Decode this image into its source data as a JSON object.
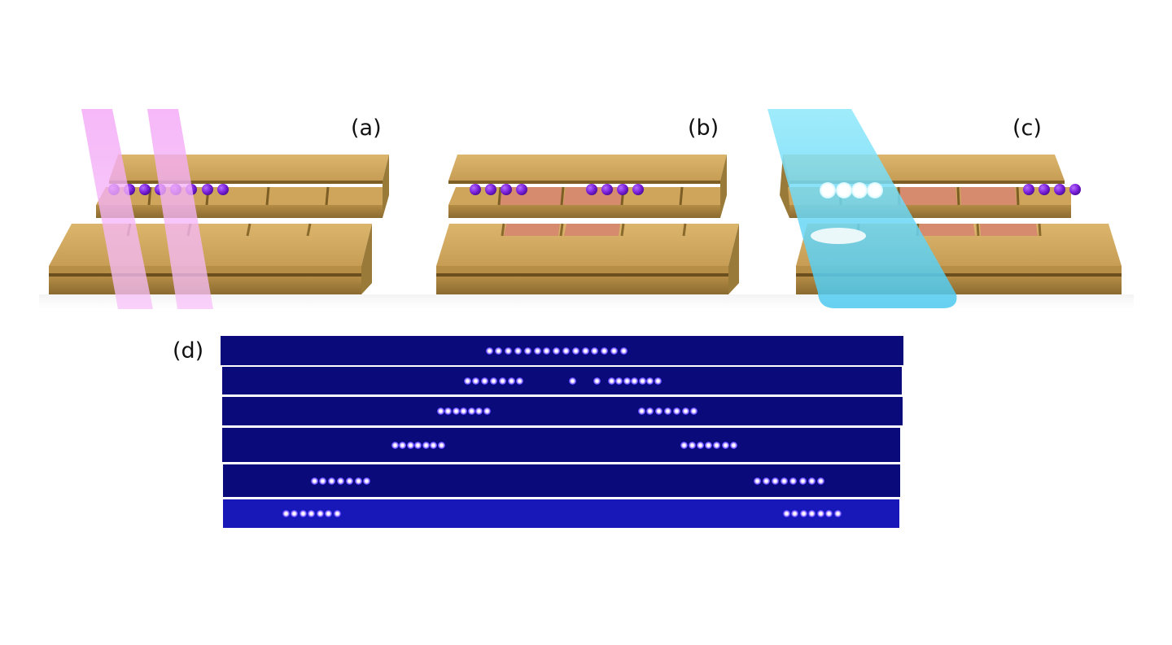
{
  "panel_labels": {
    "a": "(a)",
    "b": "(b)",
    "c": "(c)",
    "d": "(d)"
  },
  "colors": {
    "gold_top": "#d3ac64",
    "gold_side": "#a98540",
    "copper_pad": "#d68a6e",
    "ion_purple": "#7a1fd8",
    "laser_pink": "#f2a2f5",
    "laser_cyan": "#66d9f0",
    "fluorescence_blue": "#1a0f9e"
  },
  "ion_images": [
    {
      "clusters": [
        {
          "count": 15
        }
      ]
    },
    {
      "clusters": [
        {
          "count": 7
        },
        {
          "count": 2
        },
        {
          "count": 7
        }
      ]
    },
    {
      "clusters": [
        {
          "count": 7
        },
        {
          "count": 7
        }
      ]
    },
    {
      "clusters": [
        {
          "count": 7
        },
        {
          "count": 7
        }
      ]
    },
    {
      "clusters": [
        {
          "count": 7
        },
        {
          "count": 8
        }
      ]
    },
    {
      "clusters": [
        {
          "count": 7
        },
        {
          "count": 7
        }
      ]
    }
  ]
}
